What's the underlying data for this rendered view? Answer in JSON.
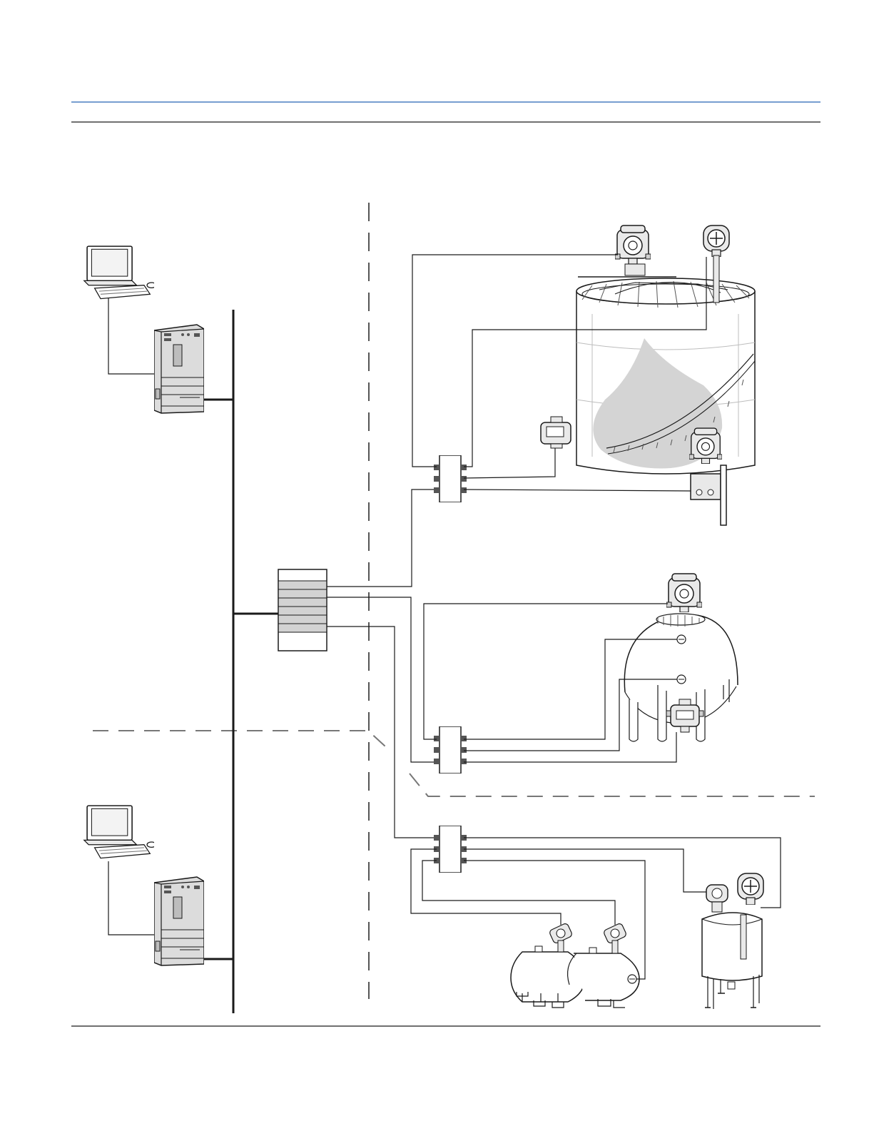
{
  "colors": {
    "header_rule": "#4a7fc1",
    "line": "#1a1a1a",
    "dashed": "#777777",
    "tank_liquid": "#d4d4d4",
    "device_fill": "#e9e9e9",
    "screen_fill": "#f3f3f3",
    "header_band": "#d2d2d2"
  },
  "network": {
    "workstations": [
      {
        "name": "workstation-top",
        "icon": "desktop-computer-icon"
      },
      {
        "name": "workstation-bottom",
        "icon": "desktop-computer-icon"
      }
    ],
    "servers": [
      {
        "name": "server-top",
        "icon": "tower-server-icon"
      },
      {
        "name": "server-bottom",
        "icon": "tower-server-icon"
      }
    ],
    "control_bus": "vertical-bus-line",
    "interface_module": "fieldbus-interface-module-icon",
    "junction_boxes": 3,
    "vessels": [
      {
        "name": "storage-tank",
        "icon": "floating-roof-tank-icon"
      },
      {
        "name": "spherical-tank",
        "icon": "sphere-tank-icon"
      },
      {
        "name": "horizontal-tanks",
        "icon": "horizontal-tank-pair-icon"
      },
      {
        "name": "vertical-vessel",
        "icon": "vertical-vessel-icon"
      }
    ]
  }
}
